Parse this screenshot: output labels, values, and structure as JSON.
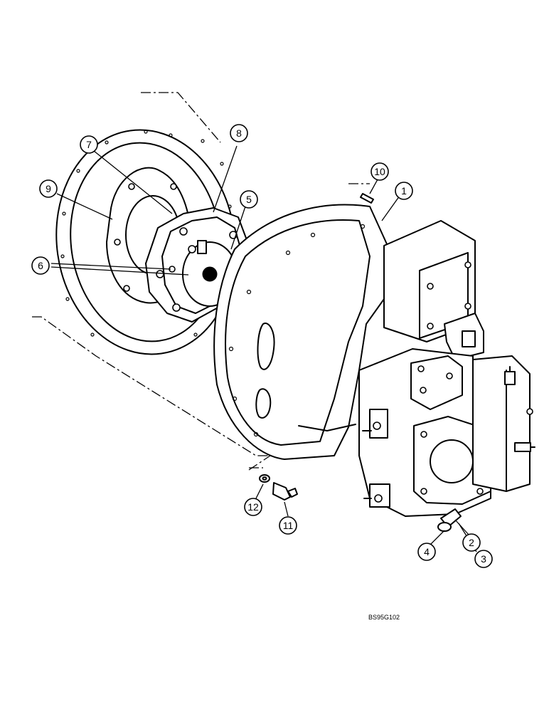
{
  "reference_code": "BS95G102",
  "callouts": [
    {
      "label": "1"
    },
    {
      "label": "2"
    },
    {
      "label": "3"
    },
    {
      "label": "4"
    },
    {
      "label": "5"
    },
    {
      "label": "6"
    },
    {
      "label": "7"
    },
    {
      "label": "8"
    },
    {
      "label": "9"
    },
    {
      "label": "10"
    },
    {
      "label": "11"
    },
    {
      "label": "12"
    }
  ]
}
